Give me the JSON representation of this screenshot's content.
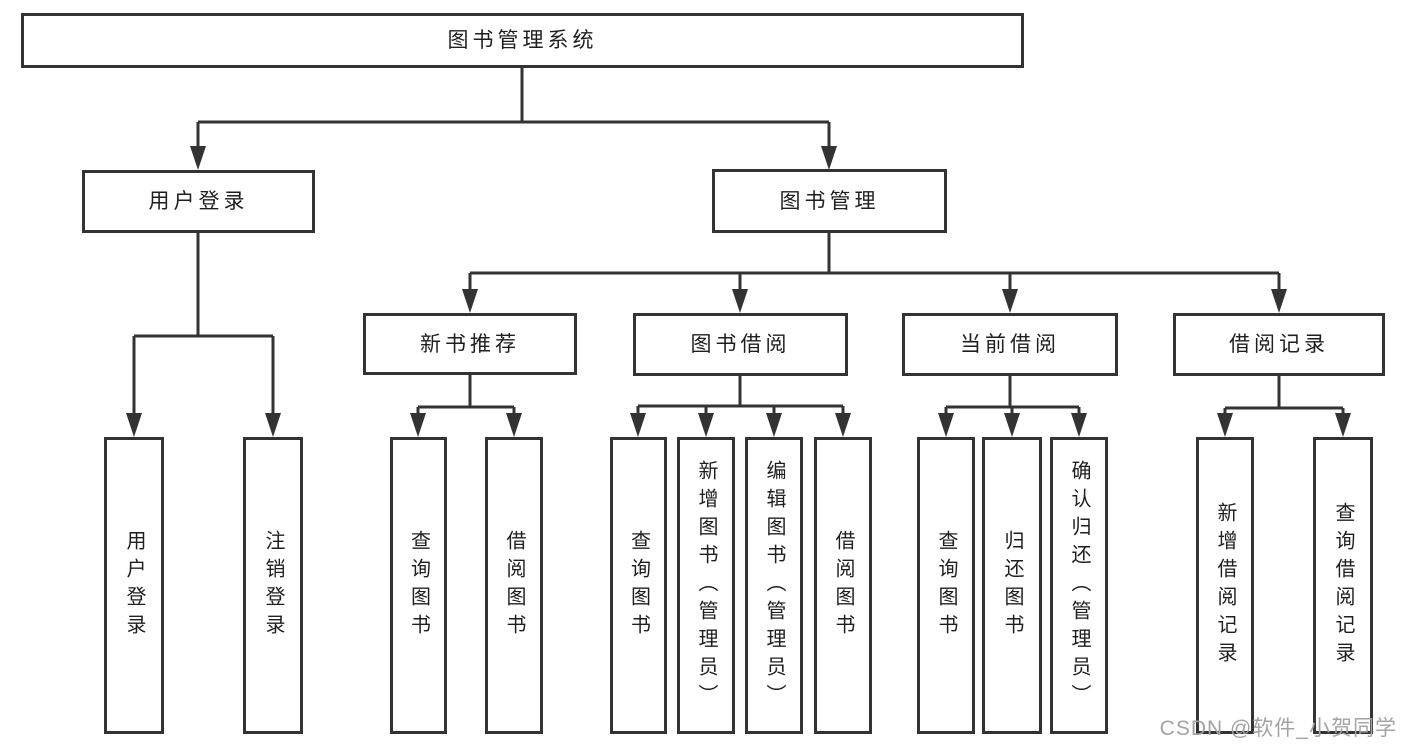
{
  "tree": {
    "label": "图书管理系统",
    "children": [
      {
        "label": "用户登录",
        "children": [
          {
            "label": "用户登录"
          },
          {
            "label": "注销登录"
          }
        ]
      },
      {
        "label": "图书管理",
        "children": [
          {
            "label": "新书推荐",
            "children": [
              {
                "label": "查询图书"
              },
              {
                "label": "借阅图书"
              }
            ]
          },
          {
            "label": "图书借阅",
            "children": [
              {
                "label": "查询图书"
              },
              {
                "label": "新增图书（管理员）"
              },
              {
                "label": "编辑图书（管理员）"
              },
              {
                "label": "借阅图书"
              }
            ]
          },
          {
            "label": "当前借阅",
            "children": [
              {
                "label": "查询图书"
              },
              {
                "label": "归还图书"
              },
              {
                "label": "确认归还（管理员）"
              }
            ]
          },
          {
            "label": "借阅记录",
            "children": [
              {
                "label": "新增借阅记录"
              },
              {
                "label": "查询借阅记录"
              }
            ]
          }
        ]
      }
    ]
  },
  "watermark": {
    "text": "CSDN @软件_小贺同学"
  },
  "colors": {
    "line": "#333333",
    "box_border": "#333333",
    "text": "#1f1f1f",
    "watermark": "#a3a3a3",
    "background": "#ffffff"
  }
}
